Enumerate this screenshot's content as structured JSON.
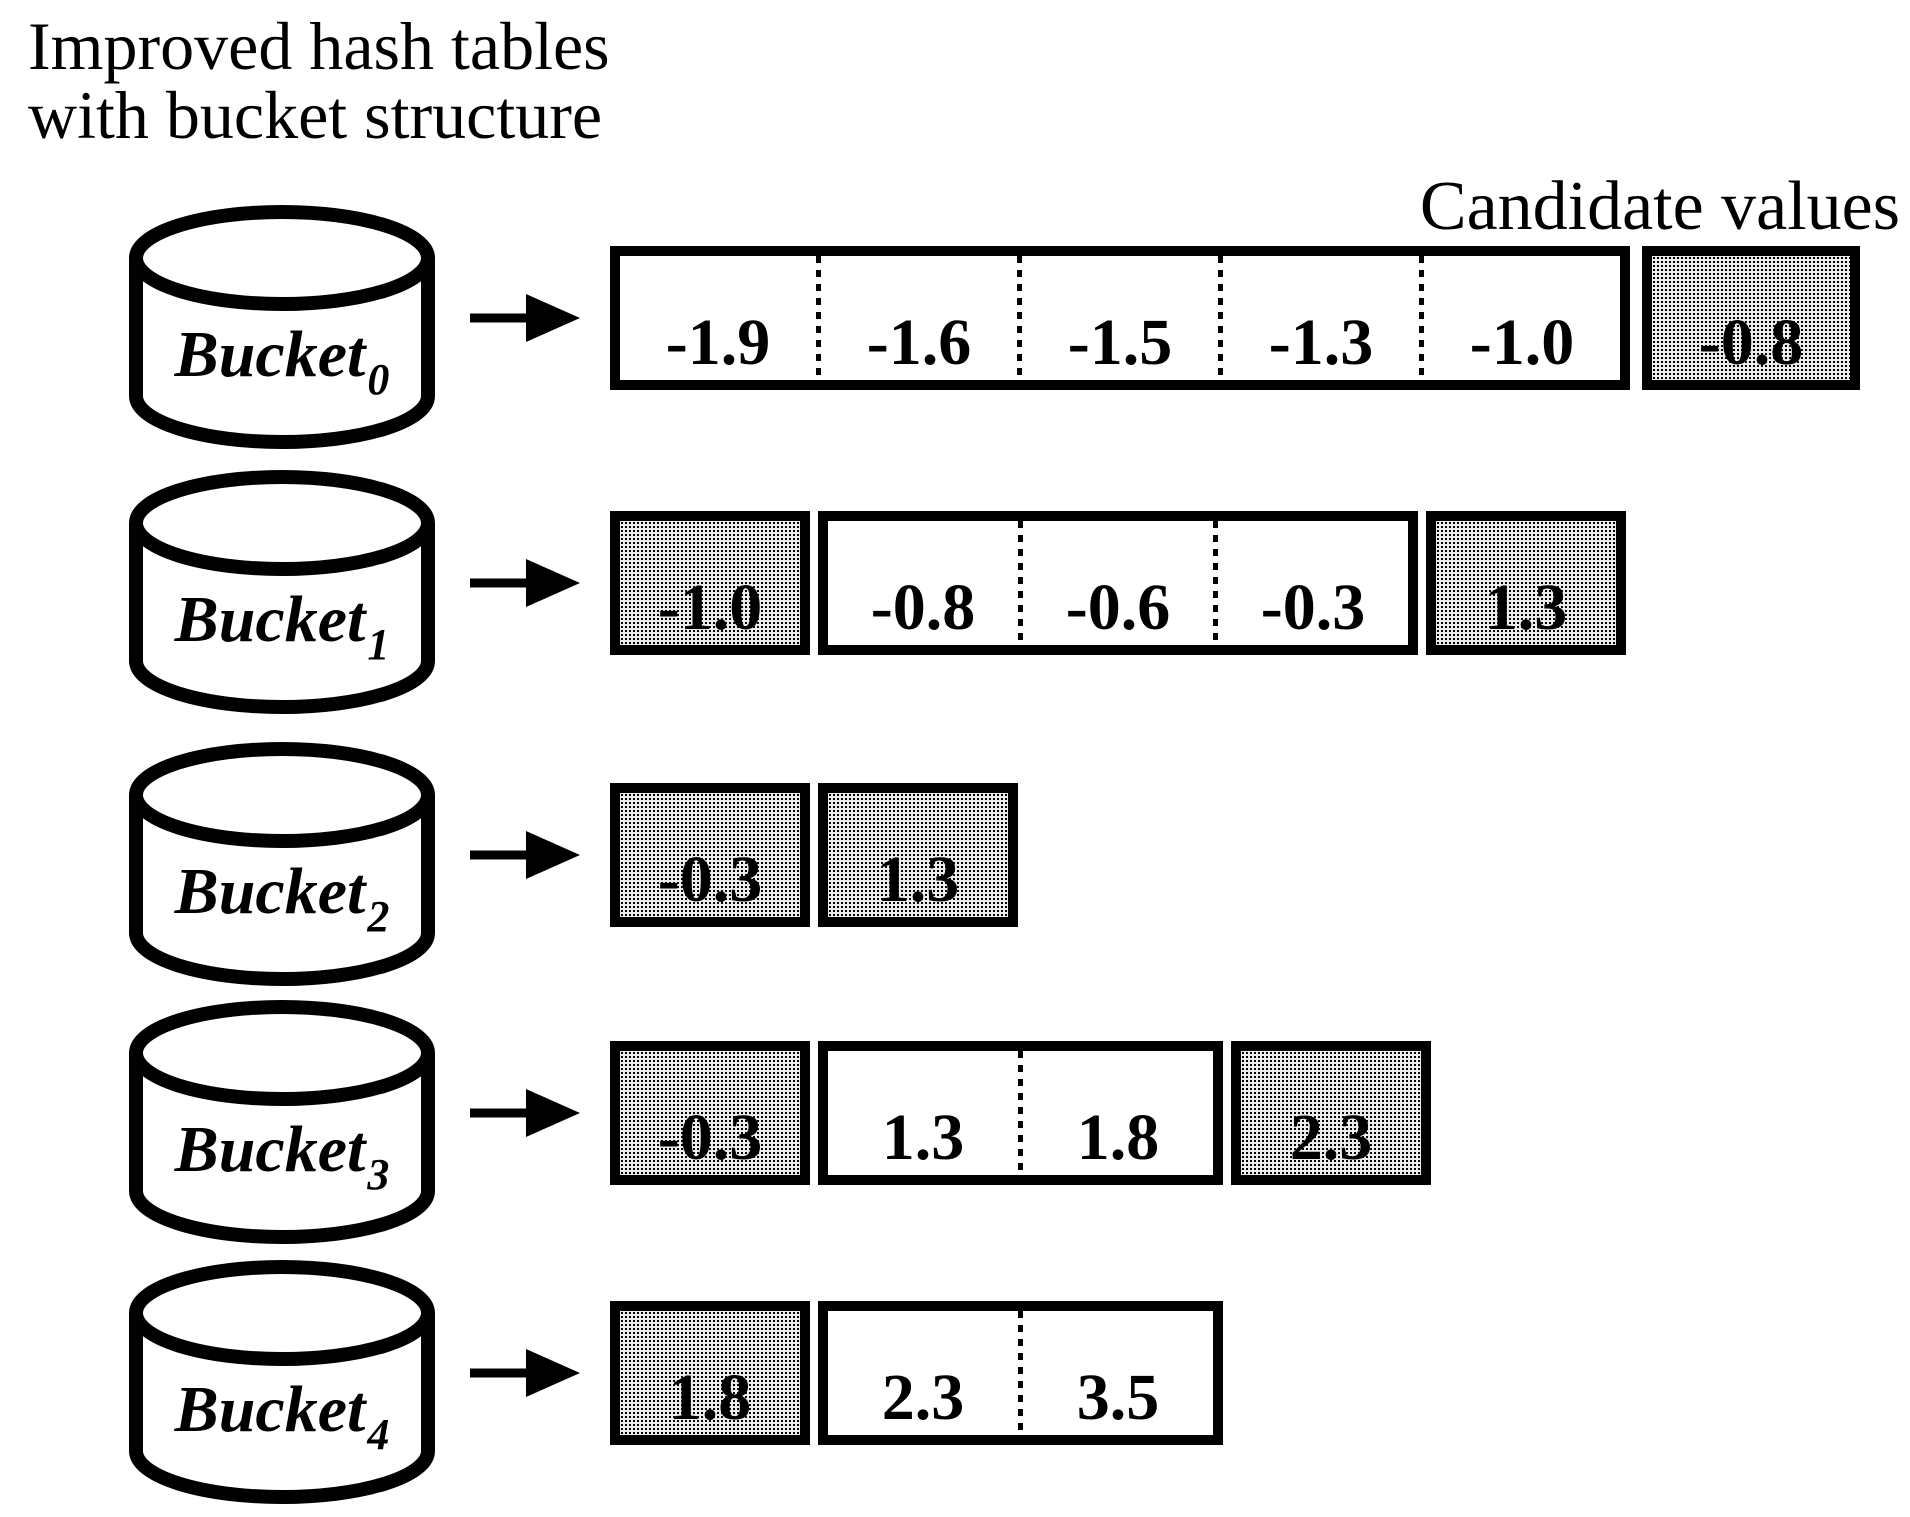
{
  "title": {
    "line1": "Improved hash tables",
    "line2": "with bucket structure"
  },
  "candidate_label": "Candidate values",
  "colors": {
    "ink": "#000000",
    "background": "#ffffff",
    "candidate_fill": "#ececec"
  },
  "buckets": [
    {
      "label": "Bucket",
      "subscript": "0",
      "segments": [
        {
          "type": "plain",
          "cells": [
            "-1.9",
            "-1.6",
            "-1.5",
            "-1.3",
            "-1.0"
          ]
        },
        {
          "type": "candidate",
          "cells": [
            "-0.8"
          ]
        }
      ]
    },
    {
      "label": "Bucket",
      "subscript": "1",
      "segments": [
        {
          "type": "candidate",
          "cells": [
            "-1.0"
          ]
        },
        {
          "type": "plain",
          "cells": [
            "-0.8",
            "-0.6",
            "-0.3"
          ]
        },
        {
          "type": "candidate",
          "cells": [
            "1.3"
          ]
        }
      ]
    },
    {
      "label": "Bucket",
      "subscript": "2",
      "segments": [
        {
          "type": "candidate",
          "cells": [
            "-0.3"
          ]
        },
        {
          "type": "candidate",
          "cells": [
            "1.3"
          ]
        }
      ]
    },
    {
      "label": "Bucket",
      "subscript": "3",
      "segments": [
        {
          "type": "candidate",
          "cells": [
            "-0.3"
          ]
        },
        {
          "type": "plain",
          "cells": [
            "1.3",
            "1.8"
          ]
        },
        {
          "type": "candidate",
          "cells": [
            "2.3"
          ]
        }
      ]
    },
    {
      "label": "Bucket",
      "subscript": "4",
      "segments": [
        {
          "type": "candidate",
          "cells": [
            "1.8"
          ]
        },
        {
          "type": "plain",
          "cells": [
            "2.3",
            "3.5"
          ]
        }
      ]
    }
  ]
}
